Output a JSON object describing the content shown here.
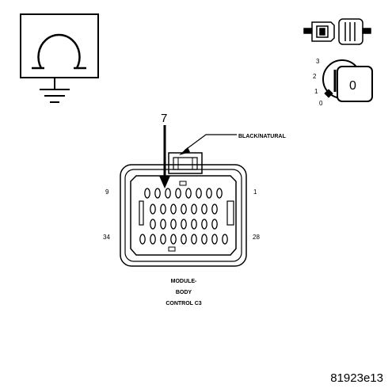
{
  "wire_callout": "BLACK/NATURAL",
  "cavity_callout": "7",
  "pin_labels": {
    "top_left": "9",
    "top_right": "1",
    "bottom_left": "34",
    "bottom_right": "28"
  },
  "component_name": [
    "MODULE-",
    "BODY",
    "CONTROL C3"
  ],
  "figure_id": "81923e13",
  "ignition_positions": [
    "3",
    "2",
    "1",
    "0"
  ],
  "key_symbol": "0",
  "icons": {
    "ohmmeter": "ohm-ground-icon",
    "connector": "connector-plug-icon",
    "ignition": "ignition-switch-icon"
  },
  "colors": {
    "ink": "#000000",
    "background": "#ffffff"
  }
}
